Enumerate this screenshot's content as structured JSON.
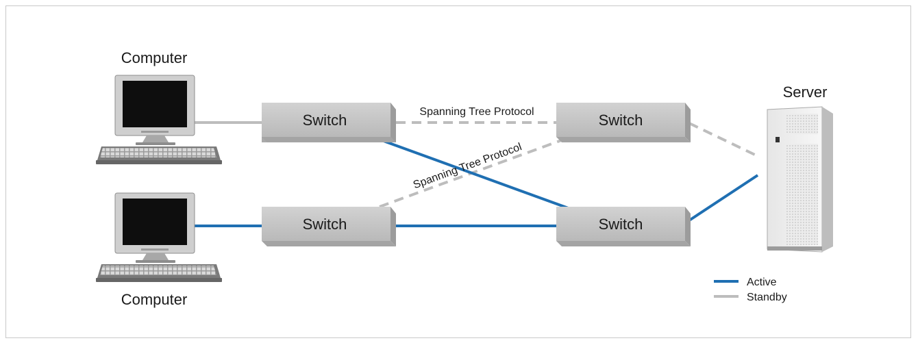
{
  "nodes": {
    "computer_top_label": "Computer",
    "computer_bottom_label": "Computer",
    "server_label": "Server",
    "switch_top_left": "Switch",
    "switch_top_right": "Switch",
    "switch_bottom_left": "Switch",
    "switch_bottom_right": "Switch"
  },
  "links": {
    "stp_horizontal_label": "Spanning Tree Protocol",
    "stp_diagonal_label": "Spanning Tree Protocol"
  },
  "legend": {
    "active_label": "Active",
    "standby_label": "Standby"
  },
  "colors": {
    "active": "#1f6fb2",
    "standby": "#bdbdbd"
  }
}
